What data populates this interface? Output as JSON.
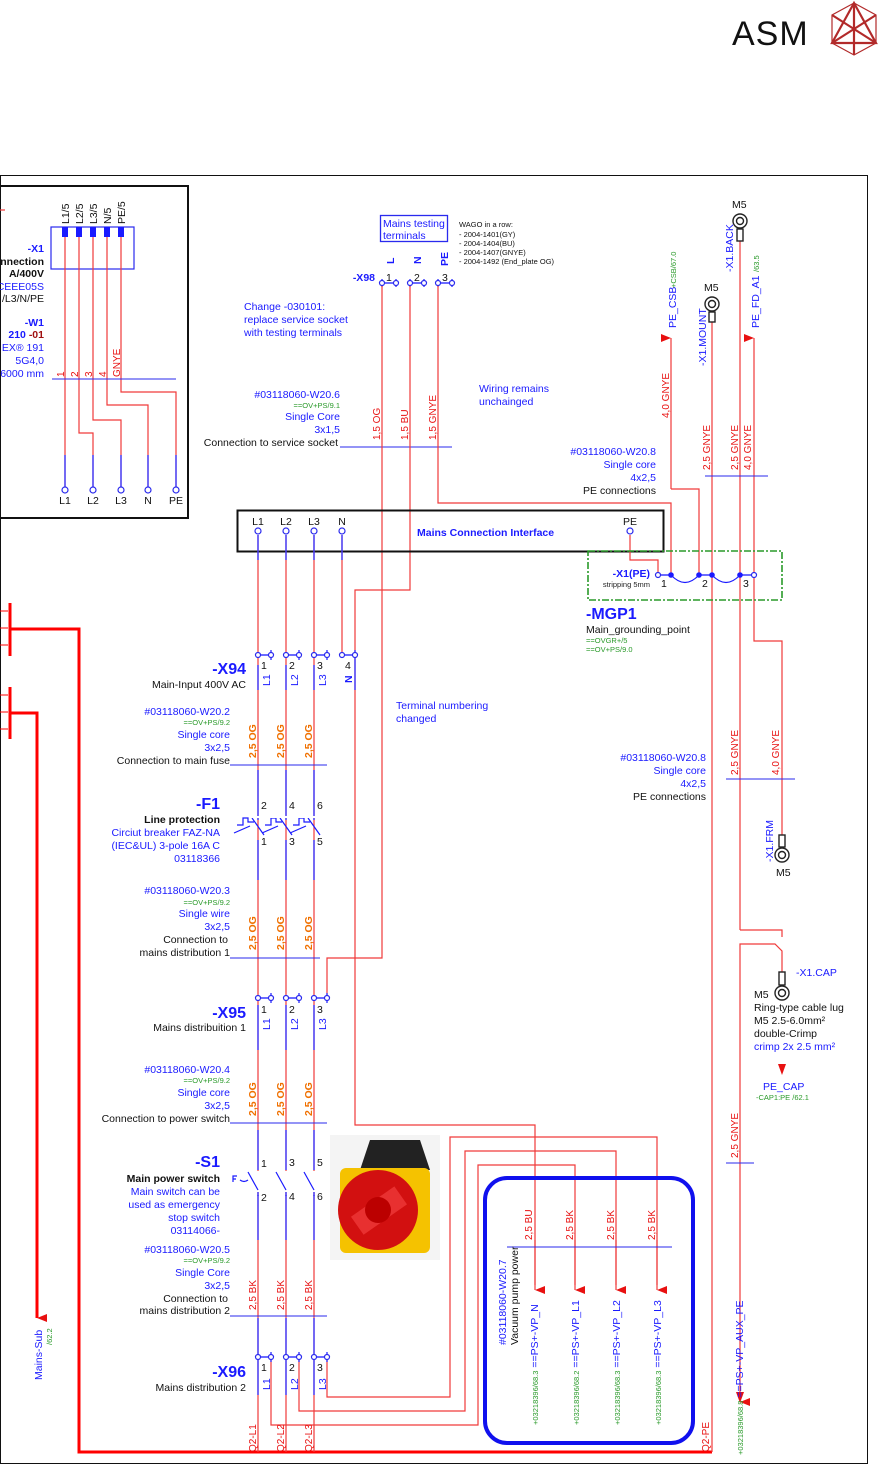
{
  "logo": {
    "text": "ASM",
    "color": "#b22a2a"
  },
  "colors": {
    "wire": "#f03a3a",
    "label_blue": "#1a1aff",
    "reference_green": "#2a9a2a",
    "wire_orange": "#f07000",
    "mgp_box": "#2a9a2a"
  },
  "left_panel": {
    "x1_pins": [
      "L1/5",
      "L2/5",
      "L3/5",
      "N/5",
      "PE/5"
    ],
    "x1_tag": "-X1",
    "x1_lines": [
      "nnection",
      "A/400V",
      "CEEE05S",
      "/L3/N/PE"
    ],
    "w1_tag": "-W1",
    "w1_part_a": "210",
    "w1_part_b": "-01",
    "w1_lines": [
      "EX® 191",
      "5G4,0",
      "6000 mm"
    ],
    "core_numbers": [
      "1",
      "2",
      "3",
      "4",
      "GNYE"
    ],
    "outputs": [
      "L1",
      "L2",
      "L3",
      "N",
      "PE"
    ]
  },
  "x98": {
    "box_label_1": "Mains testing",
    "box_label_2": "terminals",
    "wago": [
      "WAGO in a row:",
      "- 2004-1401(GY)",
      "- 2004-1404(BU)",
      "- 2004-1407(GNYE)",
      "- 2004-1492 (End_plate OG)"
    ],
    "pin_labels": [
      "L",
      "N",
      "PE"
    ],
    "tag": "-X98",
    "numbers": [
      "1",
      "2",
      "3"
    ],
    "change_note": [
      "Change -030101:",
      "replace service socket",
      "with testing terminals"
    ]
  },
  "w20_6": {
    "id": "#03118060-W20.6",
    "ref": "==OV+PS/9.1",
    "type": "Single Core",
    "size": "3x1,5",
    "desc": "Connection to service socket",
    "wires": [
      "1,5 OG",
      "1,5 BU",
      "1,5 GNYE"
    ]
  },
  "wiring_note": [
    "Wiring remains",
    "unchainged"
  ],
  "pe_top": {
    "csb_label": "PE_CSB",
    "csb_ref": "+CSB/67.0",
    "fd_label": "PE_FD_A1",
    "fd_ref": "/63.5",
    "mount_label": "-X1.MOUNT",
    "back_label": "-X1.BACK",
    "lug_size": "M5",
    "wires": [
      "4,0 GNYE",
      "2,5 GNYE",
      "2,5 GNYE",
      "4,0 GNYE"
    ],
    "cable": {
      "id": "#03118060-W20.8",
      "type": "Single core",
      "size": "4x2,5",
      "desc": "PE connections"
    }
  },
  "mci": {
    "title": "Mains Connection Interface",
    "pins": [
      "L1",
      "L2",
      "L3",
      "N"
    ],
    "pe": "PE"
  },
  "mgp": {
    "terminal": "-X1(PE)",
    "stripping": "stripping 5mm",
    "numbers": [
      "1",
      "2",
      "3"
    ],
    "tag": "-MGP1",
    "name": "Main_grounding_point",
    "refs": [
      "==OVGR+/5",
      "==OV+PS/9.0"
    ]
  },
  "x94": {
    "tag": "-X94",
    "desc": "Main-Input 400V AC",
    "numbers": [
      "1",
      "2",
      "3",
      "4"
    ],
    "phases": [
      "L1",
      "L2",
      "L3",
      "N"
    ]
  },
  "terminal_note": [
    "Terminal numbering",
    "changed"
  ],
  "w20_2": {
    "id": "#03118060-W20.2",
    "ref": "==OV+PS/9.2",
    "type": "Single core",
    "size": "3x2,5",
    "desc": [
      "Connection to main fuse"
    ],
    "wires": [
      "2,5 OG",
      "2,5 OG",
      "2,5 OG"
    ]
  },
  "f1": {
    "tag": "-F1",
    "title": "Line protection",
    "lines": [
      "Circiut breaker FAZ-NA",
      "(IEC&UL) 3-pole 16A C",
      "03118366"
    ],
    "top_numbers": [
      "2",
      "4",
      "6"
    ],
    "bottom_numbers": [
      "1",
      "3",
      "5"
    ]
  },
  "w20_3": {
    "id": "#03118060-W20.3",
    "ref": "==OV+PS/9.2",
    "type": "Single wire",
    "size": "3x2,5",
    "desc": [
      "Connection to",
      "mains distribution 1"
    ],
    "wires": [
      "2,5 OG",
      "2,5 OG",
      "2,5 OG"
    ]
  },
  "x95": {
    "tag": "-X95",
    "desc": "Mains distribuition 1",
    "numbers": [
      "1",
      "2",
      "3"
    ],
    "phases": [
      "L1",
      "L2",
      "L3"
    ]
  },
  "w20_4": {
    "id": "#03118060-W20.4",
    "ref": "==OV+PS/9.2",
    "type": "Single core",
    "size": "3x2,5",
    "desc": [
      "Connection to power switch"
    ],
    "wires": [
      "2,5 OG",
      "2,5 OG",
      "2,5 OG"
    ]
  },
  "s1": {
    "tag": "-S1",
    "title": "Main power switch",
    "lines": [
      "Main switch can be",
      "used as emergency",
      "stop switch",
      "03114066-"
    ],
    "top_numbers": [
      "1",
      "3",
      "5"
    ],
    "bottom_numbers": [
      "2",
      "4",
      "6"
    ]
  },
  "w20_5": {
    "id": "#03118060-W20.5",
    "ref": "==OV+PS/9.2",
    "type": "Single Core",
    "size": "3x2,5",
    "desc": [
      "Connection to",
      "mains distribution 2"
    ],
    "wires": [
      "2,5 BK",
      "2,5 BK",
      "2,5 BK"
    ]
  },
  "x96": {
    "tag": "-X96",
    "desc": "Mains distribution 2",
    "numbers": [
      "1",
      "2",
      "3"
    ],
    "phases": [
      "L1",
      "L2",
      "L3"
    ]
  },
  "q2": [
    "Q2-L1",
    "Q2-L2",
    "Q2-L3",
    "Q2-PE"
  ],
  "vacuum": {
    "id": "#03118060-W20.7",
    "desc": "Vacuum pump power",
    "wires": [
      "2,5 BU",
      "2,5 BK",
      "2,5 BK",
      "2,5 BK"
    ],
    "targets": [
      {
        "ref": "+03218396/68.3",
        "name": "==PS+-VP_N"
      },
      {
        "ref": "+03218396/68.2",
        "name": "==PS+-VP_L1"
      },
      {
        "ref": "+03218396/68.3",
        "name": "==PS+-VP_L2"
      },
      {
        "ref": "+03218396/68.3",
        "name": "==PS+-VP_L3"
      }
    ]
  },
  "pe_bottom": {
    "cable": {
      "id": "#03118060-W20.8",
      "type": "Single core",
      "size": "4x2,5",
      "desc": "PE connections"
    },
    "wires": [
      "2,5 GNYE",
      "4,0 GNYE"
    ],
    "frm_label": "-X1.FRM",
    "lug_size": "M5",
    "cap_label": "-X1.CAP",
    "lug_desc": [
      "Ring-type cable lug",
      "M5 2.5-6.0mm²",
      "double-Crimp"
    ],
    "crimp": "crimp 2x 2.5  mm²",
    "pe_cap": "PE_CAP",
    "pe_cap_ref": "-CAP1:PE /62.1",
    "aux_wire": "2,5 GNYE",
    "aux_ref": "+03218396/68.8",
    "aux_name": "==PS+-VP_AUX_PE"
  },
  "mains_sub": {
    "label": "Mains-Sub",
    "ref": "/62.2"
  }
}
